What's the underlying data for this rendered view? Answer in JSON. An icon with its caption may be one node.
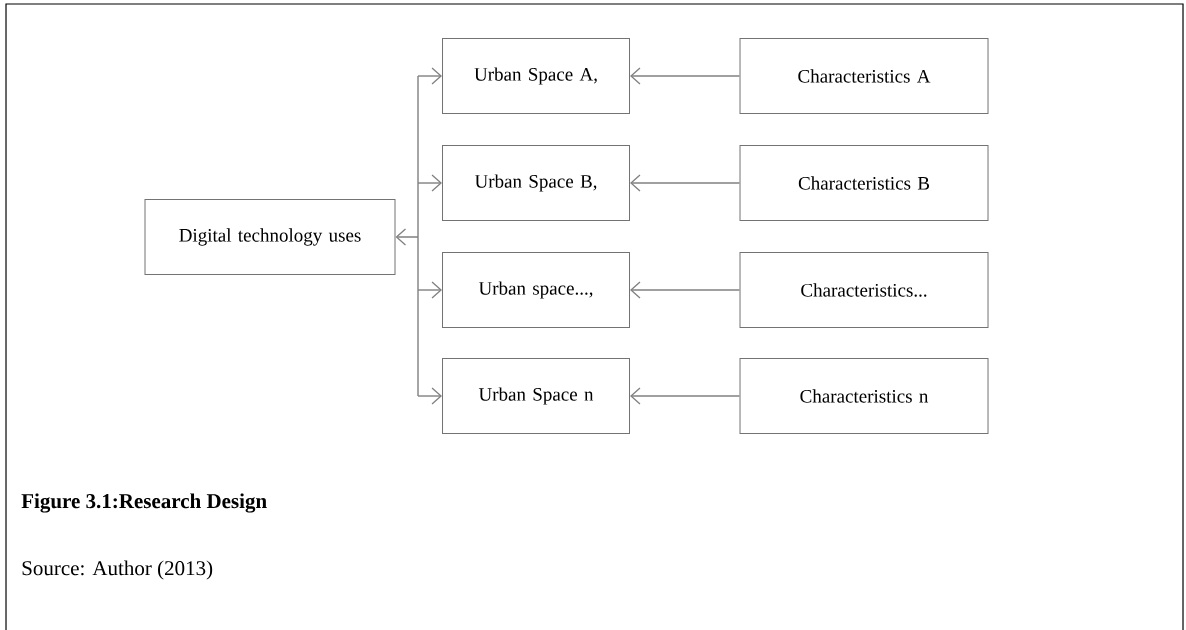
{
  "diagram": {
    "caption": "Figure 3.1:Research Design",
    "nodes": [
      {
        "text": [
          "Digital technology uses"
        ]
      },
      {
        "text": [
          "Urban Space A,"
        ]
      },
      {
        "text": [
          "Urban Space B,"
        ]
      },
      {
        "text": [
          "Urban space...,"
        ]
      },
      {
        "text": [
          "Urban Space n"
        ]
      },
      {
        "text": [
          "Characteristics A"
        ]
      },
      {
        "text": [
          "Characteristics B"
        ]
      },
      {
        "text": [
          "Characteristics..."
        ]
      },
      {
        "text": [
          "Characteristics n"
        ]
      }
    ],
    "edges": [
      {
        "from": 0,
        "to": 1,
        "arrow": "both"
      },
      {
        "from": 0,
        "to": 2,
        "arrow": "both"
      },
      {
        "from": 0,
        "to": 3,
        "arrow": "both"
      },
      {
        "from": 0,
        "to": 4,
        "arrow": "both"
      },
      {
        "from": 5,
        "to": 1,
        "arrow": "to"
      },
      {
        "from": 6,
        "to": 2,
        "arrow": "to"
      },
      {
        "from": 7,
        "to": 3,
        "arrow": "to"
      },
      {
        "from": 8,
        "to": 4,
        "arrow": "to"
      }
    ],
    "labels": [
      "Source: Author (2013)"
    ]
  }
}
